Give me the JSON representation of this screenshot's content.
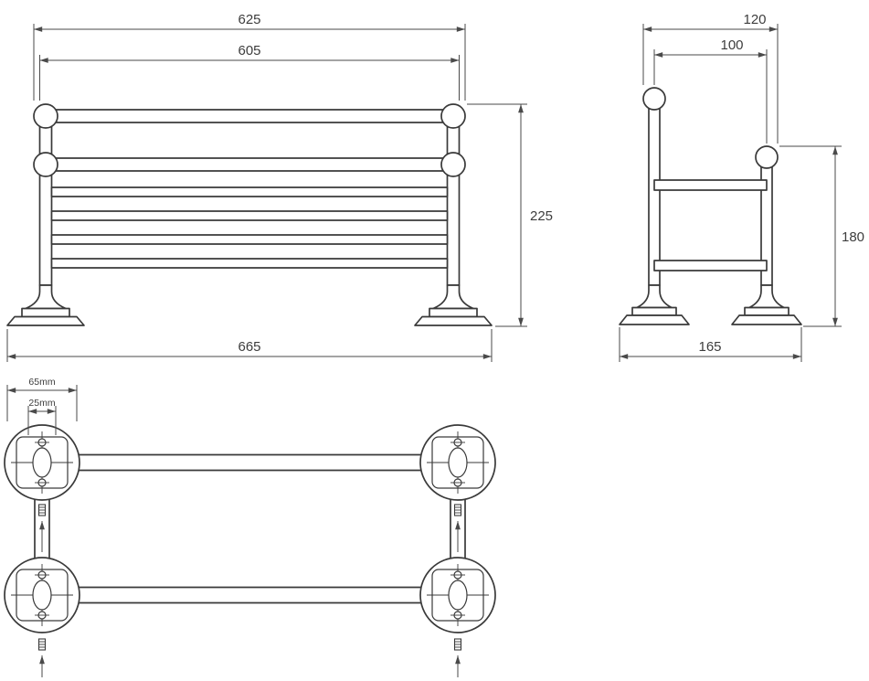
{
  "colors": {
    "line": "#3a3a3a",
    "dimension": "#4a4a4a",
    "text": "#3d3d3d",
    "background": "#ffffff"
  },
  "front_view": {
    "dim_outer_width": "625",
    "dim_inner_width": "605",
    "dim_height": "225",
    "dim_total_width": "665"
  },
  "side_view": {
    "dim_outer_depth": "120",
    "dim_inner_depth": "100",
    "dim_height": "180",
    "dim_total_depth": "165"
  },
  "plan_view": {
    "dim_plate": "65mm",
    "dim_holes": "25mm"
  }
}
